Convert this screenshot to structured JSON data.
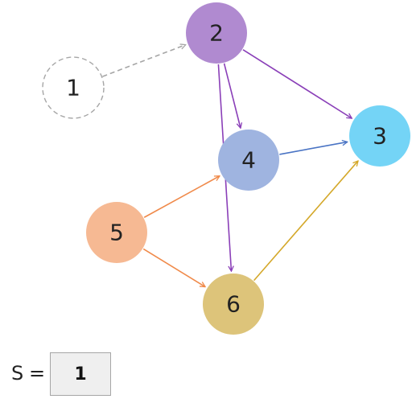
{
  "nodes": [
    {
      "id": "1",
      "label": "1",
      "color": "#ffffff",
      "stroke": "#a6a6a6",
      "style": "dashed"
    },
    {
      "id": "2",
      "label": "2",
      "color": "#b08ad0",
      "stroke": "none",
      "style": "solid"
    },
    {
      "id": "3",
      "label": "3",
      "color": "#74d4f6",
      "stroke": "none",
      "style": "solid"
    },
    {
      "id": "4",
      "label": "4",
      "color": "#9fb4e0",
      "stroke": "none",
      "style": "solid"
    },
    {
      "id": "5",
      "label": "5",
      "color": "#f6b993",
      "stroke": "none",
      "style": "solid"
    },
    {
      "id": "6",
      "label": "6",
      "color": "#ddc47a",
      "stroke": "none",
      "style": "solid"
    }
  ],
  "edges": [
    {
      "from": "1",
      "to": "2",
      "color": "#a6a6a6",
      "style": "dashed"
    },
    {
      "from": "2",
      "to": "3",
      "color": "#8a3fb8",
      "style": "solid"
    },
    {
      "from": "2",
      "to": "4",
      "color": "#8a3fb8",
      "style": "solid"
    },
    {
      "from": "2",
      "to": "6",
      "color": "#8a3fb8",
      "style": "solid"
    },
    {
      "from": "4",
      "to": "3",
      "color": "#4a74c4",
      "style": "solid"
    },
    {
      "from": "5",
      "to": "4",
      "color": "#f08a4a",
      "style": "solid"
    },
    {
      "from": "5",
      "to": "6",
      "color": "#f08a4a",
      "style": "solid"
    },
    {
      "from": "6",
      "to": "3",
      "color": "#d4a82a",
      "style": "solid"
    }
  ],
  "set_display": {
    "label": "S",
    "equals": "=",
    "value": "1"
  }
}
